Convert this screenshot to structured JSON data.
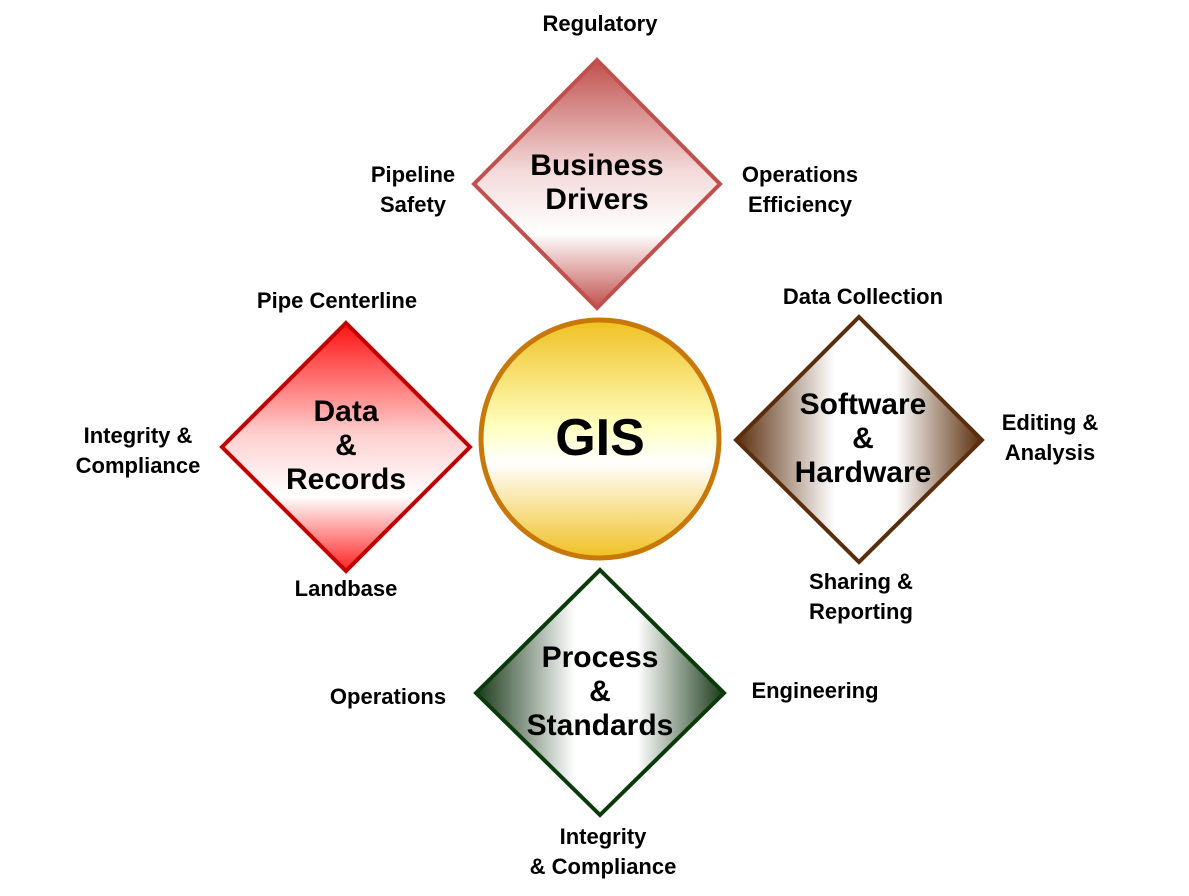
{
  "center": {
    "title": "GIS"
  },
  "business_drivers": {
    "title_line1": "Business",
    "title_line2": "Drivers",
    "top": "Regulatory",
    "left_line1": "Pipeline",
    "left_line2": "Safety",
    "right_line1": "Operations",
    "right_line2": "Efficiency"
  },
  "data_records": {
    "title_line1": "Data",
    "title_line2": "&",
    "title_line3": "Records",
    "top": "Pipe Centerline",
    "left_line1": "Integrity &",
    "left_line2": "Compliance",
    "bottom": "Landbase"
  },
  "software_hardware": {
    "title_line1": "Software",
    "title_line2": "&",
    "title_line3": "Hardware",
    "top": "Data Collection",
    "right_line1": "Editing &",
    "right_line2": "Analysis",
    "bottom_line1": "Sharing &",
    "bottom_line2": "Reporting"
  },
  "process_standards": {
    "title_line1": "Process",
    "title_line2": "&",
    "title_line3": "Standards",
    "left": "Operations",
    "right": "Engineering",
    "bottom_line1": "Integrity",
    "bottom_line2": "& Compliance"
  },
  "colors": {
    "business_border": "#c0504d",
    "data_border": "#c00000",
    "software_border": "#5a2d0c",
    "process_border": "#0a3a0a",
    "gis_border": "#c8780a",
    "gis_fill_top": "#f0c020",
    "gis_fill_mid": "#ffffc0"
  }
}
